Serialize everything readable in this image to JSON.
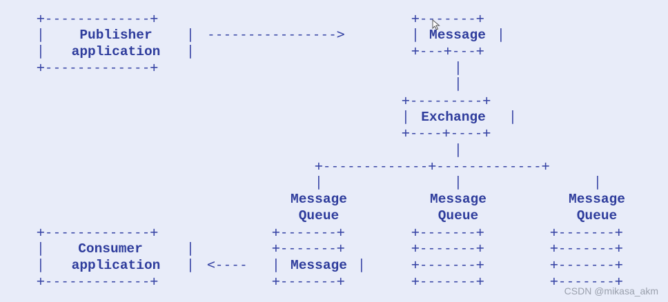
{
  "nodes": {
    "publisher": {
      "line1": "Publisher",
      "line2": "application"
    },
    "message_top": {
      "label": "Message"
    },
    "exchange": {
      "label": "Exchange"
    },
    "queues": [
      {
        "line1": "Message",
        "line2": "Queue"
      },
      {
        "line1": "Message",
        "line2": "Queue"
      },
      {
        "line1": "Message",
        "line2": "Queue"
      }
    ],
    "consumer": {
      "line1": "Consumer",
      "line2": "application"
    },
    "message_bottom": {
      "label": "Message"
    }
  },
  "watermark": "CSDN @mikasa_akm",
  "colors": {
    "background": "#e8ecf9",
    "ink": "#3a47a6"
  },
  "icons": {
    "cursor": "mouse-pointer-icon"
  }
}
